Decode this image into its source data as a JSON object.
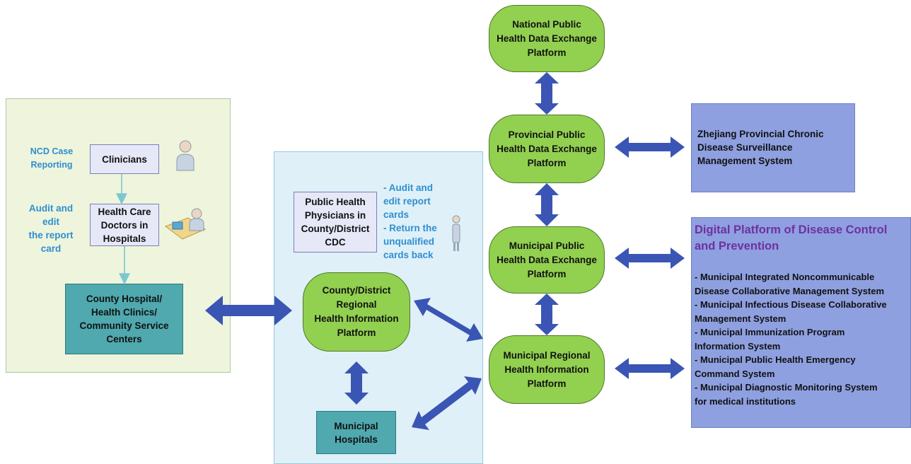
{
  "left_panel": {
    "ncd_note": "NCD Case\nReporting",
    "audit_note": "Audit and\nedit\nthe report\ncard",
    "clinicians": "Clinicians",
    "doctors": "Health Care\nDoctors in\nHospitals",
    "county_hospital": "County Hospital/\nHealth Clinics/\nCommunity Service\nCenters"
  },
  "middle_panel": {
    "physicians": "Public Health\nPhysicians in\nCounty/District\nCDC",
    "audit_notes": "- Audit and\nedit report\ncards\n- Return the\nunqualified\ncards back",
    "regional_platform": "County/District\nRegional\nHealth Information\nPlatform",
    "municipal_hospitals": "Municipal\nHospitals"
  },
  "platforms": {
    "national": "National Public\nHealth Data Exchange\nPlatform",
    "provincial": "Provincial Public\nHealth Data Exchange\nPlatform",
    "municipal": "Municipal Public\nHealth Data Exchange\nPlatform",
    "municipal_regional": "Municipal Regional\nHealth Information\nPlatform"
  },
  "systems": {
    "zhejiang": "Zhejiang Provincial Chronic\nDisease Surveillance\nManagement System",
    "digital_title": "Digital Platform of Disease Control\nand Prevention",
    "digital_items": "- Municipal Integrated Noncommunicable\nDisease Collaborative Management System\n- Municipal Infectious Disease Collaborative\nManagement System\n- Municipal Immunization Program\nInformation System\n- Municipal Public Health Emergency\nCommand System\n- Municipal Diagnostic Monitoring System\nfor medical institutions"
  },
  "colors": {
    "left_panel_bg": "#eef5dc",
    "middle_panel_bg": "#dff0f8",
    "pill_green": "#92d050",
    "teal_box": "#4fa9ae",
    "system_purple": "#8ea0e0",
    "arrow_blue": "#3a55b4",
    "note_blue": "#2e8fd0",
    "digital_title": "#7030a0"
  },
  "icons": [
    "person-icon",
    "doctor-at-desk-icon",
    "standing-person-icon"
  ]
}
